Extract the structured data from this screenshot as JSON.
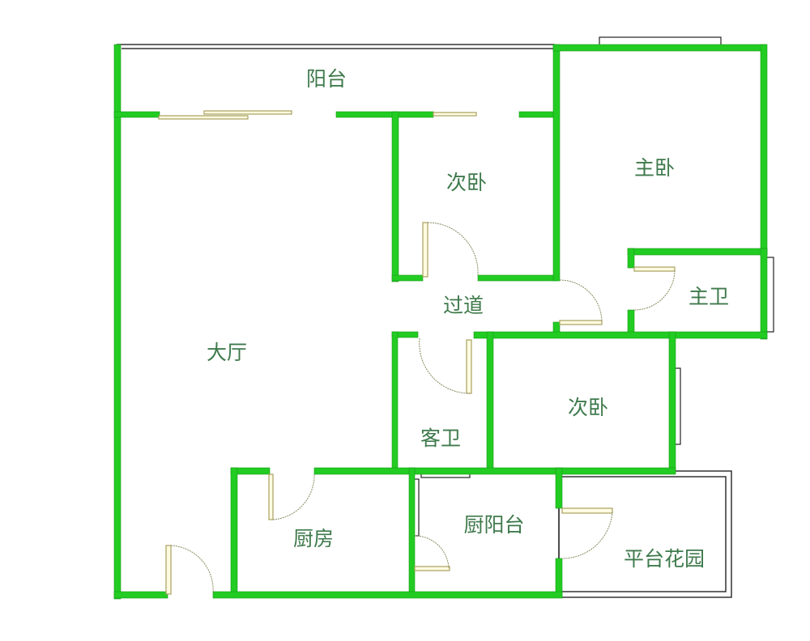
{
  "title": "户型图",
  "colors": {
    "wall": "#22cc22",
    "door": "#a8a060",
    "label": "#3f7a4c"
  },
  "rooms": {
    "balcony": "阳台",
    "bedroom2_top": "次卧",
    "master_bedroom": "主卧",
    "corridor": "过道",
    "master_bath": "主卫",
    "living_room": "大厅",
    "bedroom2_bottom": "次卧",
    "guest_bath": "客卫",
    "kitchen": "厨房",
    "kitchen_balcony": "厨阳台",
    "terrace_garden": "平台花园"
  }
}
